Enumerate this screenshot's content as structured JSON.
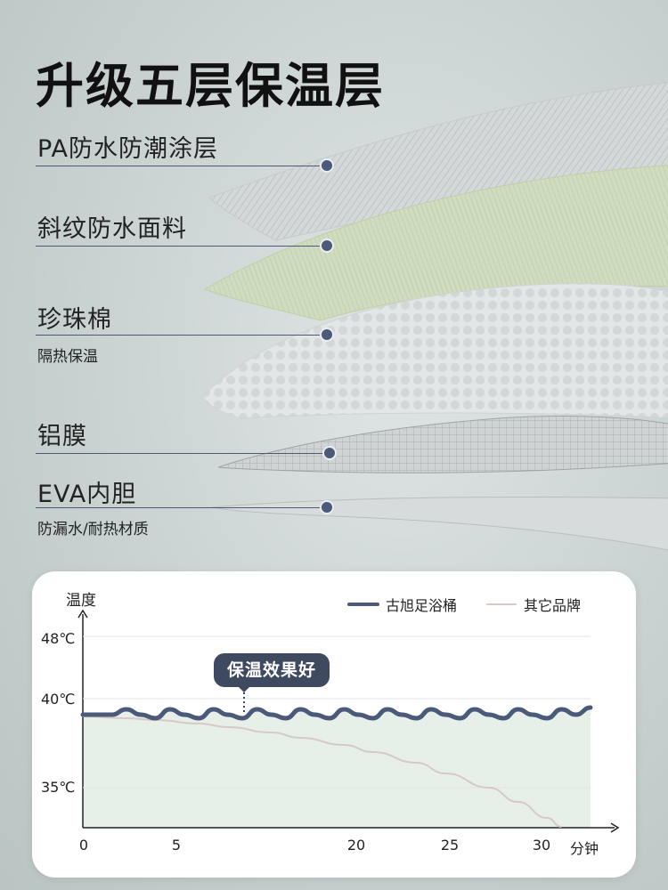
{
  "title": "升级五层保温层",
  "layers": [
    {
      "name": "PA防水防潮涂层",
      "note": ""
    },
    {
      "name": "斜纹防水面料",
      "note": ""
    },
    {
      "name": "珍珠棉",
      "note": "隔热保温"
    },
    {
      "name": "铝膜",
      "note": ""
    },
    {
      "name": "EVA内胆",
      "note": "防漏水/耐热材质"
    }
  ],
  "colors": {
    "accent": "#4b5a79",
    "green_layer": "#cfdcbf",
    "chart_fill": "#e6efe8",
    "other_line": "#d9c9c6"
  },
  "chart_data": {
    "type": "line",
    "ylabel": "温度",
    "xlabel": "分钟",
    "yticks": [
      "48℃",
      "40℃",
      "35℃"
    ],
    "xticks": [
      "0",
      "5",
      "20",
      "25",
      "30"
    ],
    "callout": "保温效果好",
    "series": [
      {
        "name": "古旭足浴桶",
        "color": "#4b5a79",
        "x": [
          0,
          1,
          2,
          3,
          4,
          5,
          6,
          7,
          8,
          9,
          10,
          11,
          12,
          13,
          14,
          15,
          16,
          17,
          18,
          19,
          20,
          21,
          22,
          23,
          24,
          25,
          26,
          27,
          28,
          29,
          30,
          31,
          32,
          33,
          34,
          35
        ],
        "y": [
          39.1,
          39.1,
          39.1,
          39.4,
          39.1,
          38.9,
          39.4,
          39.1,
          38.9,
          39.4,
          39.1,
          38.9,
          39.4,
          39.1,
          38.9,
          39.4,
          39.1,
          38.9,
          39.4,
          39.1,
          38.9,
          39.4,
          39.1,
          38.9,
          39.4,
          39.1,
          38.9,
          39.4,
          39.1,
          38.9,
          39.4,
          39.1,
          38.9,
          39.4,
          39.1,
          39.5
        ]
      },
      {
        "name": "其它品牌",
        "color": "#d9c9c6",
        "x": [
          0,
          3,
          5,
          8,
          10,
          13,
          15,
          18,
          20,
          23,
          25,
          28,
          30,
          32,
          33
        ],
        "y": [
          39.0,
          38.9,
          38.8,
          38.6,
          38.4,
          38.1,
          37.8,
          37.4,
          37.0,
          36.4,
          35.8,
          35.0,
          34.2,
          33.3,
          32.8
        ]
      }
    ]
  }
}
